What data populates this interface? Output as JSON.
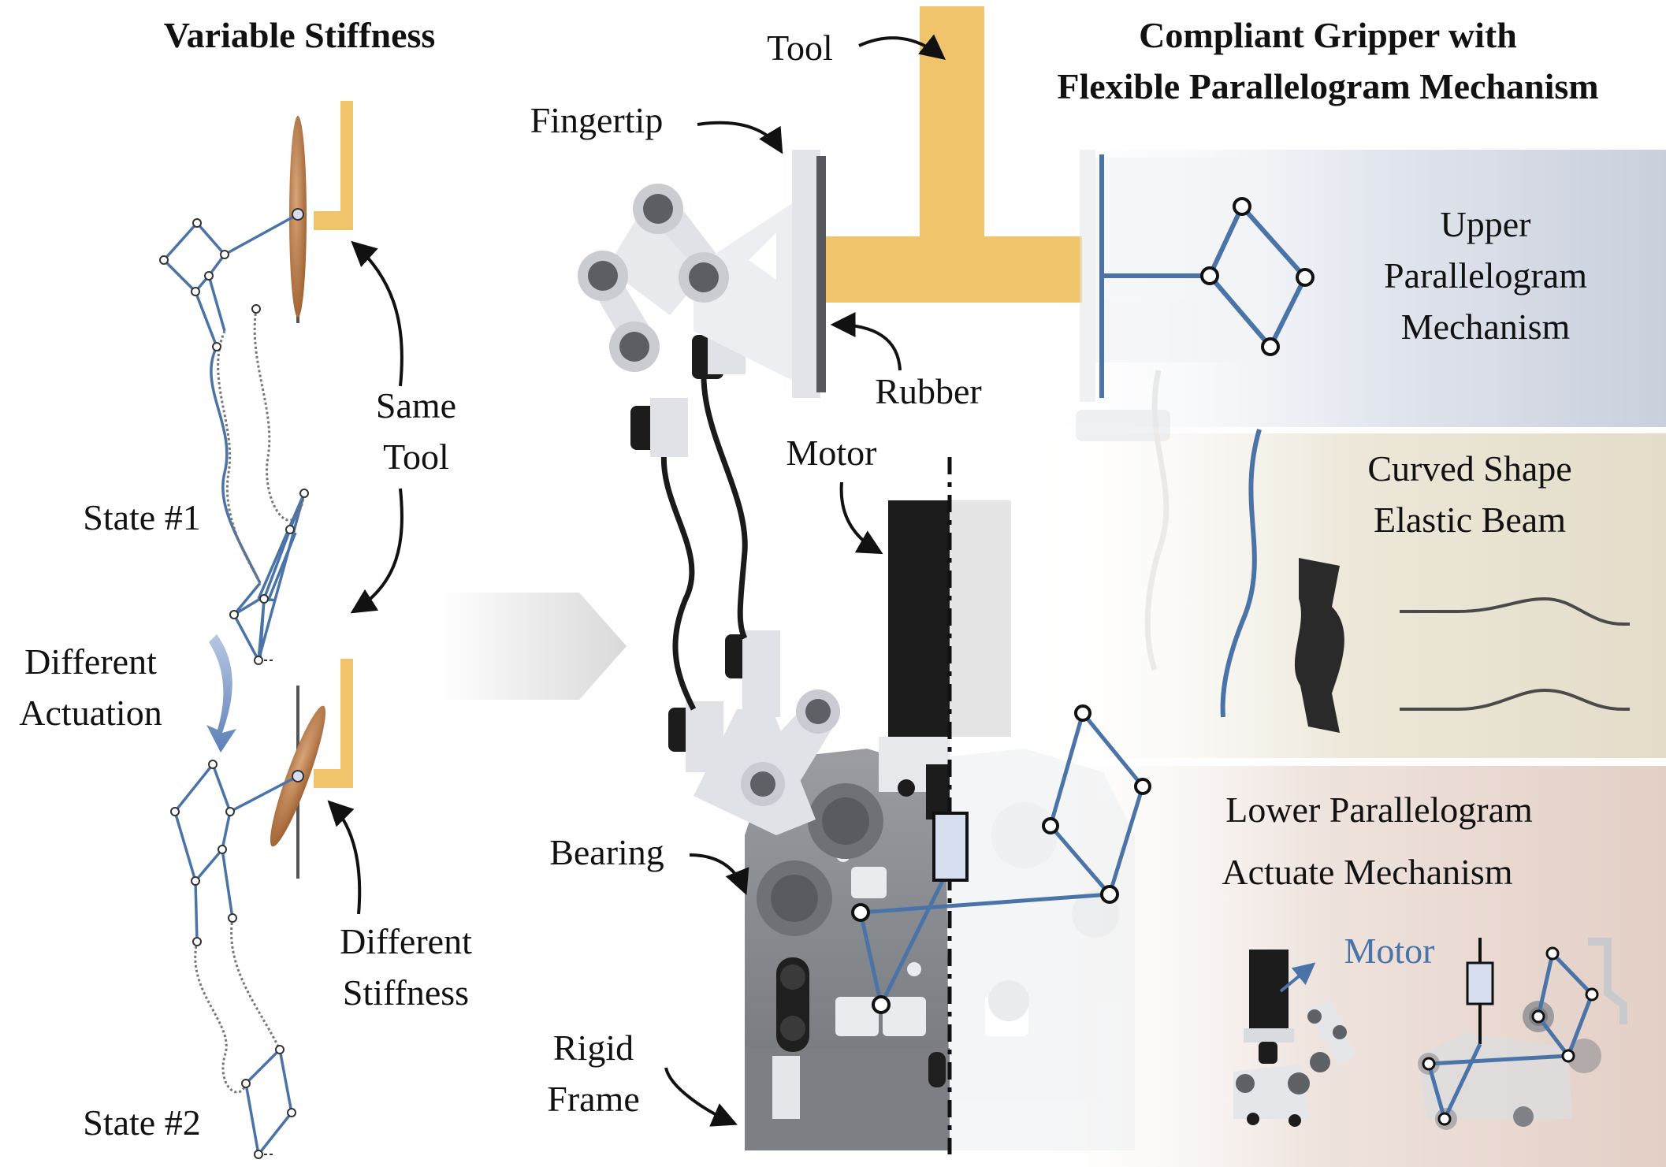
{
  "left": {
    "title": "Variable Stiffness",
    "state1": "State #1",
    "state2": "State #2",
    "same_tool": [
      "Same",
      "Tool"
    ],
    "different_actuation": [
      "Different",
      "Actuation"
    ],
    "different_stiffness": [
      "Different",
      "Stiffness"
    ]
  },
  "center": {
    "tool": "Tool",
    "fingertip": "Fingertip",
    "rubber": "Rubber",
    "motor": "Motor",
    "bearing": "Bearing",
    "rigid_frame": [
      "Rigid",
      "Frame"
    ]
  },
  "right": {
    "title": [
      "Compliant Gripper with",
      "Flexible Parallelogram Mechanism"
    ],
    "upper": [
      "Upper",
      "Parallelogram",
      "Mechanism"
    ],
    "beam": [
      "Curved Shape",
      "Elastic Beam"
    ],
    "lower": [
      "Lower Parallelogram",
      "Actuate Mechanism"
    ],
    "motor_inset": "Motor"
  },
  "colors": {
    "link_blue": "#4a73a8",
    "tool_yellow": "#f0c46a",
    "dark_part": "#222222",
    "grey_part": "#8a8d92",
    "panel_upper": "#cdd3de",
    "panel_middle": "#e6e0cf",
    "panel_lower": "#e6d6cf"
  }
}
